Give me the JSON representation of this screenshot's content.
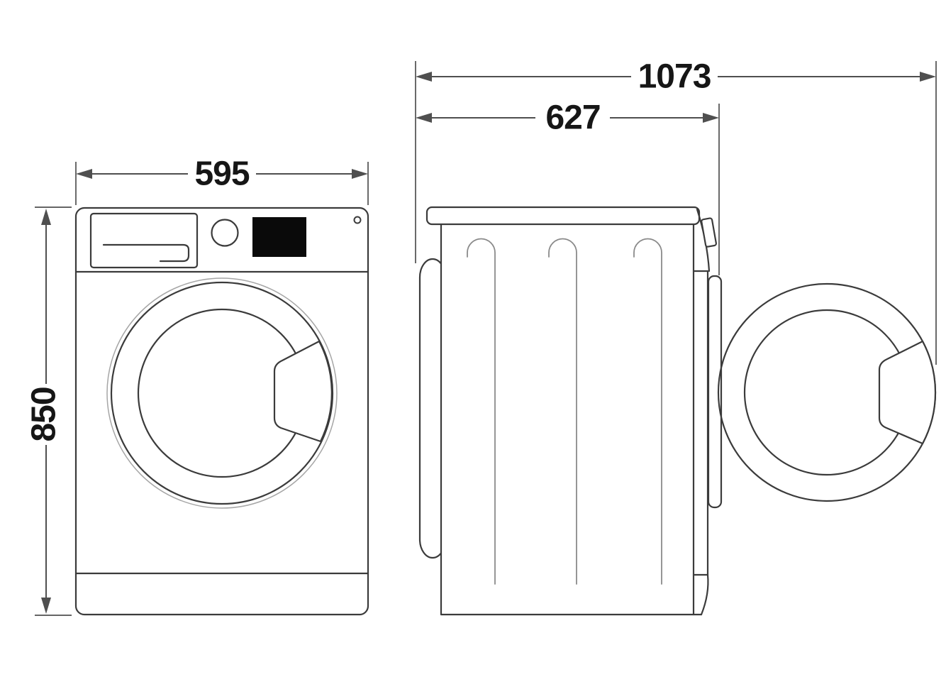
{
  "diagram": {
    "subject": "washing-machine-dimension-drawing",
    "dimension_labels": {
      "front_width": "595",
      "front_height": "850",
      "side_total_depth": "1073",
      "side_body_depth": "627"
    },
    "colors": {
      "bg": "#ffffff",
      "line": "#3b3b3b",
      "line-light": "#a6a6a6",
      "line-mid": "#8a8a8a",
      "dim": "#4f4f4f",
      "text": "#161616",
      "display": "#0a0a0a"
    }
  }
}
